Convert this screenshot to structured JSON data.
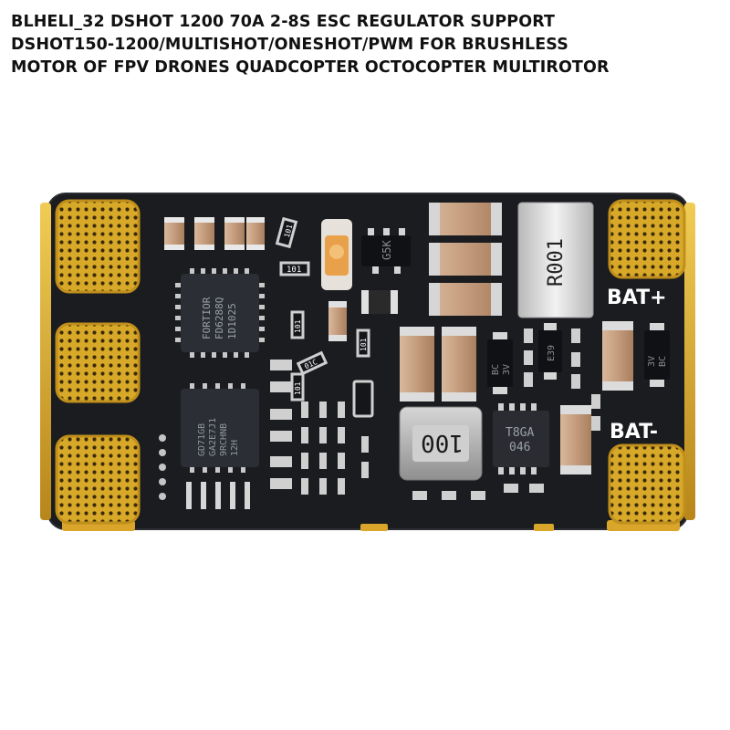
{
  "product": {
    "title_lines": [
      "BLHELI_32 DSHOT 1200 70A 2-8S ESC REGULATOR SUPPORT",
      "DSHOT150-1200/MULTISHOT/ONESHOT/PWM FOR BRUSHLESS",
      "MOTOR OF FPV DRONES QUADCOPTER OCTOCOPTER MULTIROTOR"
    ]
  },
  "board": {
    "silkscreen": {
      "bat_plus": "BAT+",
      "bat_minus": "BAT-"
    },
    "chips": {
      "mcu": [
        "FORTIOR",
        "FD6288Q",
        "1D1025"
      ],
      "mosfet_left": [
        "GD71GB",
        "GA2E7J1",
        "9RCHNB",
        "12H"
      ],
      "mosfet_right": [
        "T8GA",
        "046"
      ],
      "regulator_small": [
        "G5K"
      ],
      "diode_left": [
        "BC",
        "3V"
      ],
      "diode_right": [
        "3V",
        "BC"
      ],
      "diode_mid": [
        "E39"
      ]
    },
    "passives": {
      "shunt": "R001",
      "inductor": "100",
      "r_top": "101",
      "r_mid1": "101",
      "r_mid2": "101",
      "r_low1": "101",
      "r_low2": "101",
      "r_diag": "01C"
    },
    "colors": {
      "pcb": "#1b1c20",
      "pad_gold": "#d8a928",
      "capacitor": "#c6a285",
      "silk": "#ffffff"
    }
  }
}
